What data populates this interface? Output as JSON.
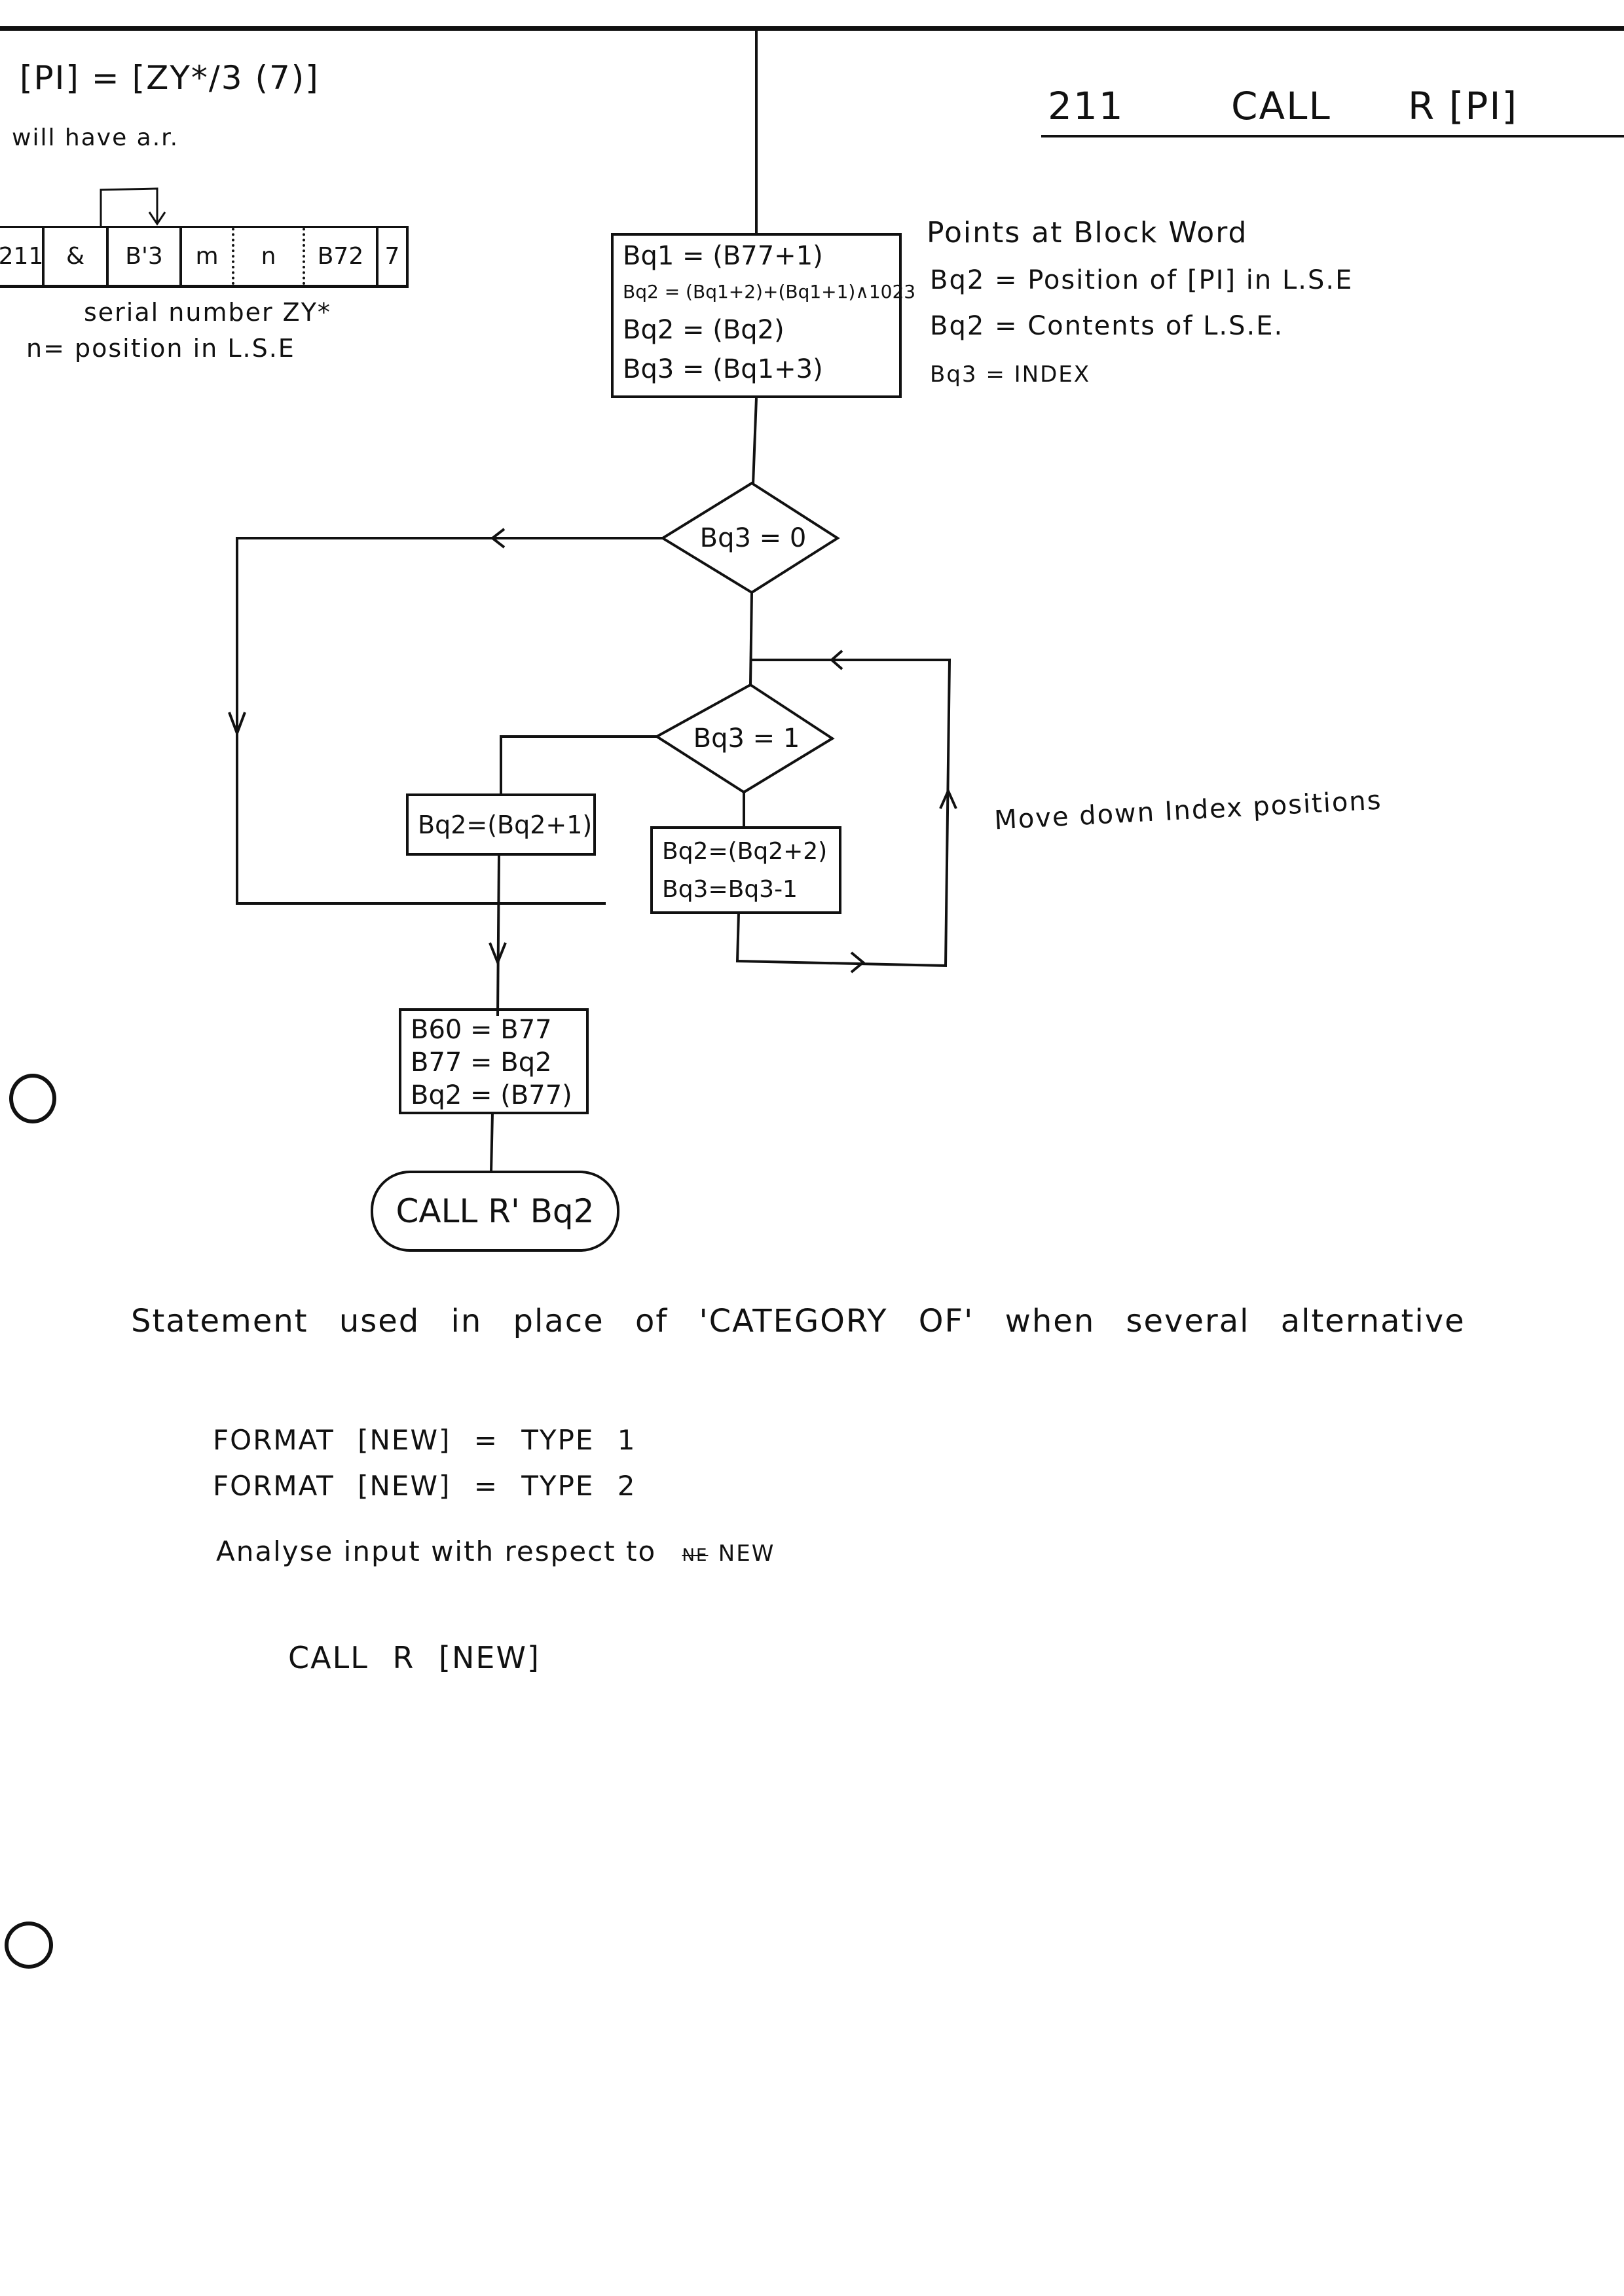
{
  "header": {
    "title_number": "211",
    "title_text": "CALL",
    "title_operand": "R [PI]"
  },
  "left_notes": {
    "definition": "[PI] = [ZY*/3 (7)]",
    "will_have": "will have a.r.",
    "word_cells": [
      "211",
      "&",
      "B'3",
      "m",
      "n",
      "B72",
      "7"
    ],
    "serial_note": "serial number ZY*",
    "position_note": "n= position in L.S.E"
  },
  "flowchart": {
    "init_box": [
      "Bq1 = (B77+1)",
      "Bq2 = (Bq1+2)+(Bq1+1)∧1023",
      "Bq2 = (Bq2)",
      "Bq3 = (Bq1+3)"
    ],
    "decision_1": "Bq3 = 0",
    "decision_2": "Bq3 = 1",
    "box_increment": "Bq2=(Bq2+1)",
    "box_move": [
      "Bq2=(Bq2+2)",
      "Bq3=Bq3-1"
    ],
    "final_box": [
      "B60 = B77",
      "B77 = Bq2",
      "Bq2 = (B77)"
    ],
    "terminal": "CALL R' Bq2",
    "loop_note": "Move down Index positions"
  },
  "annotations": [
    "Points at Block Word",
    "Bq2 = Position of [PI] in L.S.E",
    "Bq2 = Contents of L.S.E.",
    "Bq3 = INDEX"
  ],
  "bottom": {
    "statement": "Statement used in place of 'CATEGORY OF' when several alternative",
    "format_1": "FORMAT [NEW] = TYPE 1",
    "format_2": "FORMAT [NEW] = TYPE 2",
    "analyse_prefix": "Analyse input with respect to",
    "analyse_struck": "NE",
    "analyse_target": "NEW",
    "call_new": "CALL R [NEW]"
  }
}
